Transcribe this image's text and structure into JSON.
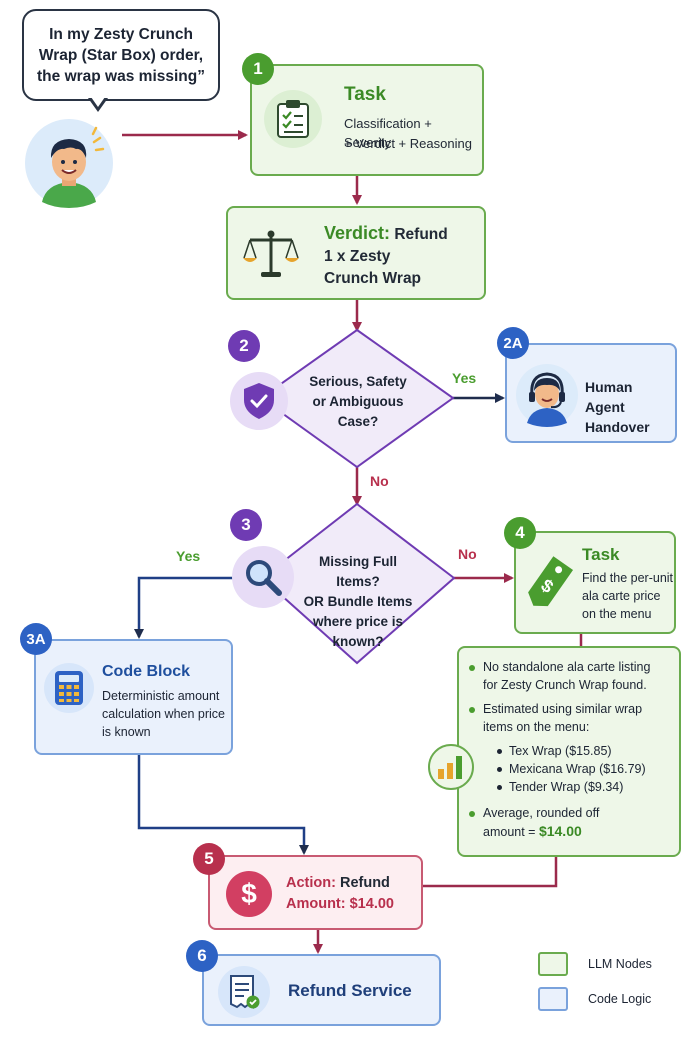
{
  "complaint": "In my Zesty Crunch Wrap (Star Box) order, the wrap was missing”",
  "task1": {
    "badge": "1",
    "title": "Task",
    "text_line1": "Classification + Severity",
    "text_line2": "+ Verdict + Reasoning"
  },
  "verdict": {
    "label": "Verdict:",
    "line1": "Refund",
    "line2": "1 x Zesty",
    "line3": "Crunch Wrap"
  },
  "decision2": {
    "badge": "2",
    "line1": "Serious, Safety",
    "line2": "or Ambiguous",
    "line3": "Case?",
    "yes": "Yes",
    "no": "No"
  },
  "human": {
    "badge": "2A",
    "line1": "Human Agent",
    "line2": "Handover"
  },
  "decision3": {
    "badge": "3",
    "line1": "Missing Full Items?",
    "line2": "OR Bundle Items",
    "line3": "where price is",
    "line4": "known?",
    "yes": "Yes",
    "no": "No"
  },
  "task4": {
    "badge": "4",
    "title": "Task",
    "line1": "Find the per-unit",
    "line2": "ala carte price",
    "line3": "on the menu"
  },
  "notes": {
    "b1_line1": "No standalone ala carte listing",
    "b1_line2": "for Zesty Crunch Wrap found.",
    "b2_line1": "Estimated using similar wrap",
    "b2_line2": "items on the menu:",
    "items": [
      "Tex Wrap ($15.85)",
      "Mexicana Wrap ($16.79)",
      "Tender Wrap ($9.34)"
    ],
    "b3_line1": "Average, rounded off",
    "b3_line2": "amount =",
    "b3_amount": "$14.00"
  },
  "code_block": {
    "badge": "3A",
    "title": "Code Block",
    "line1": "Deterministic amount",
    "line2": "calculation when price",
    "line3": "is known"
  },
  "action": {
    "badge": "5",
    "label": "Action:",
    "line1_rest": "Refund",
    "line2": "Amount: $14.00"
  },
  "refund_service": {
    "badge": "6",
    "title": "Refund Service"
  },
  "legend": {
    "llm": "LLM Nodes",
    "code": "Code Logic"
  },
  "colors": {
    "llm_fill": "#eef7e8",
    "llm_border": "#6aab4e",
    "code_fill": "#eaf1fc",
    "code_border": "#7aa2dc",
    "arrow": "#9b2a4c",
    "decision": "#6f3bb3"
  }
}
